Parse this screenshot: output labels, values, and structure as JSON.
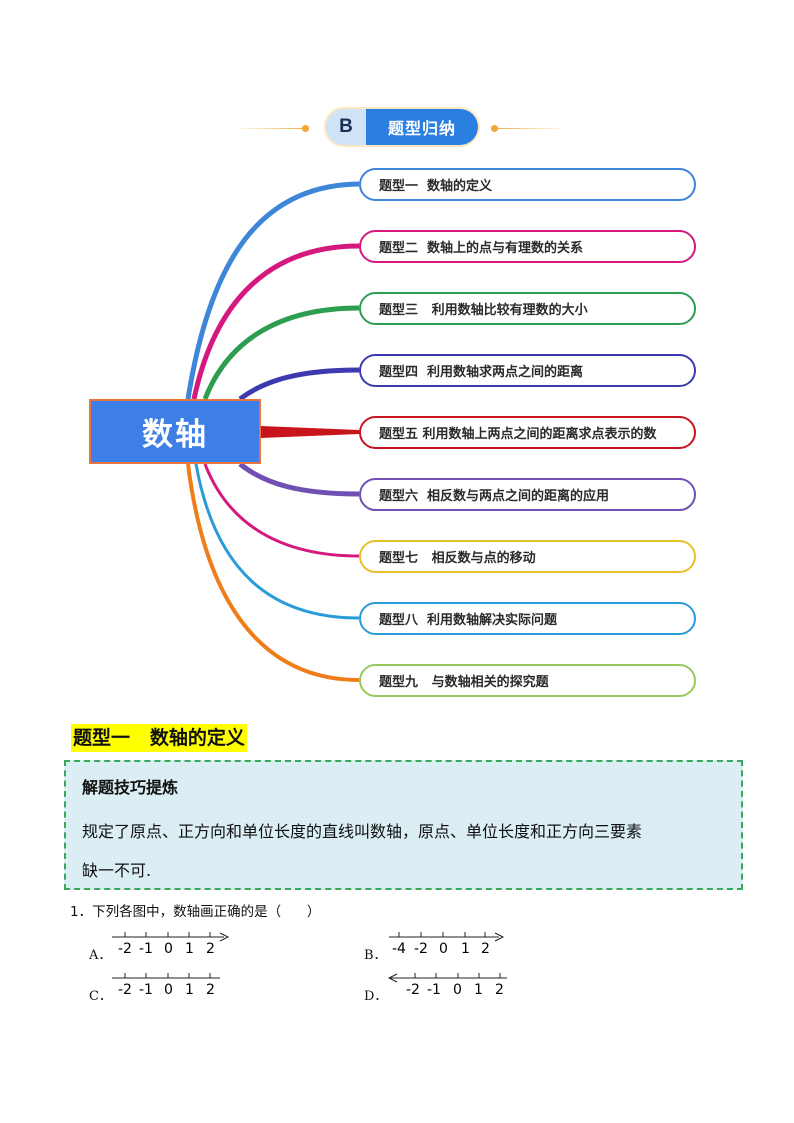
{
  "header": {
    "badge_letter": "B",
    "badge_title": "题型归纳"
  },
  "mindmap": {
    "center": "数轴",
    "topics": [
      {
        "label": "题型一  数轴的定义",
        "color": "#3d86d8"
      },
      {
        "label": "题型二  数轴上的点与有理数的关系",
        "color": "#d4187e"
      },
      {
        "label": "题型三   利用数轴比较有理数的大小",
        "color": "#2d9d4f"
      },
      {
        "label": "题型四  利用数轴求两点之间的距离",
        "color": "#3c3aae"
      },
      {
        "label": "题型五 利用数轴上两点之间的距离求点表示的数",
        "color": "#c8141c"
      },
      {
        "label": "题型六  相反数与两点之间的距离的应用",
        "color": "#6f4fb4"
      },
      {
        "label": "题型七   相反数与点的移动",
        "color": "#e5c02a"
      },
      {
        "label": "题型八  利用数轴解决实际问题",
        "color": "#2a9bd8"
      },
      {
        "label": "题型九   与数轴相关的探究题",
        "color": "#98c85a"
      }
    ]
  },
  "section": {
    "title": "题型一   数轴的定义"
  },
  "tip": {
    "title": "解题技巧提炼",
    "line1": "规定了原点、正方向和单位长度的直线叫数轴，原点、单位长度和正方向三要素",
    "line2": "缺一不可."
  },
  "question": {
    "text": "1．下列各图中，数轴画正确的是（      ）",
    "options": [
      {
        "label": "A．",
        "ticks": [
          "-2",
          "-1",
          "0",
          "1",
          "2"
        ],
        "arrow": "right"
      },
      {
        "label": "B．",
        "ticks": [
          "-4",
          "-2",
          "0",
          "1",
          "2"
        ],
        "arrow": "right"
      },
      {
        "label": "C．",
        "ticks": [
          "-2",
          "-1",
          "0",
          "1",
          "2"
        ],
        "arrow": "none"
      },
      {
        "label": "D．",
        "ticks": [
          "-2",
          "-1",
          "0",
          "1",
          "2"
        ],
        "arrow": "left"
      }
    ]
  }
}
